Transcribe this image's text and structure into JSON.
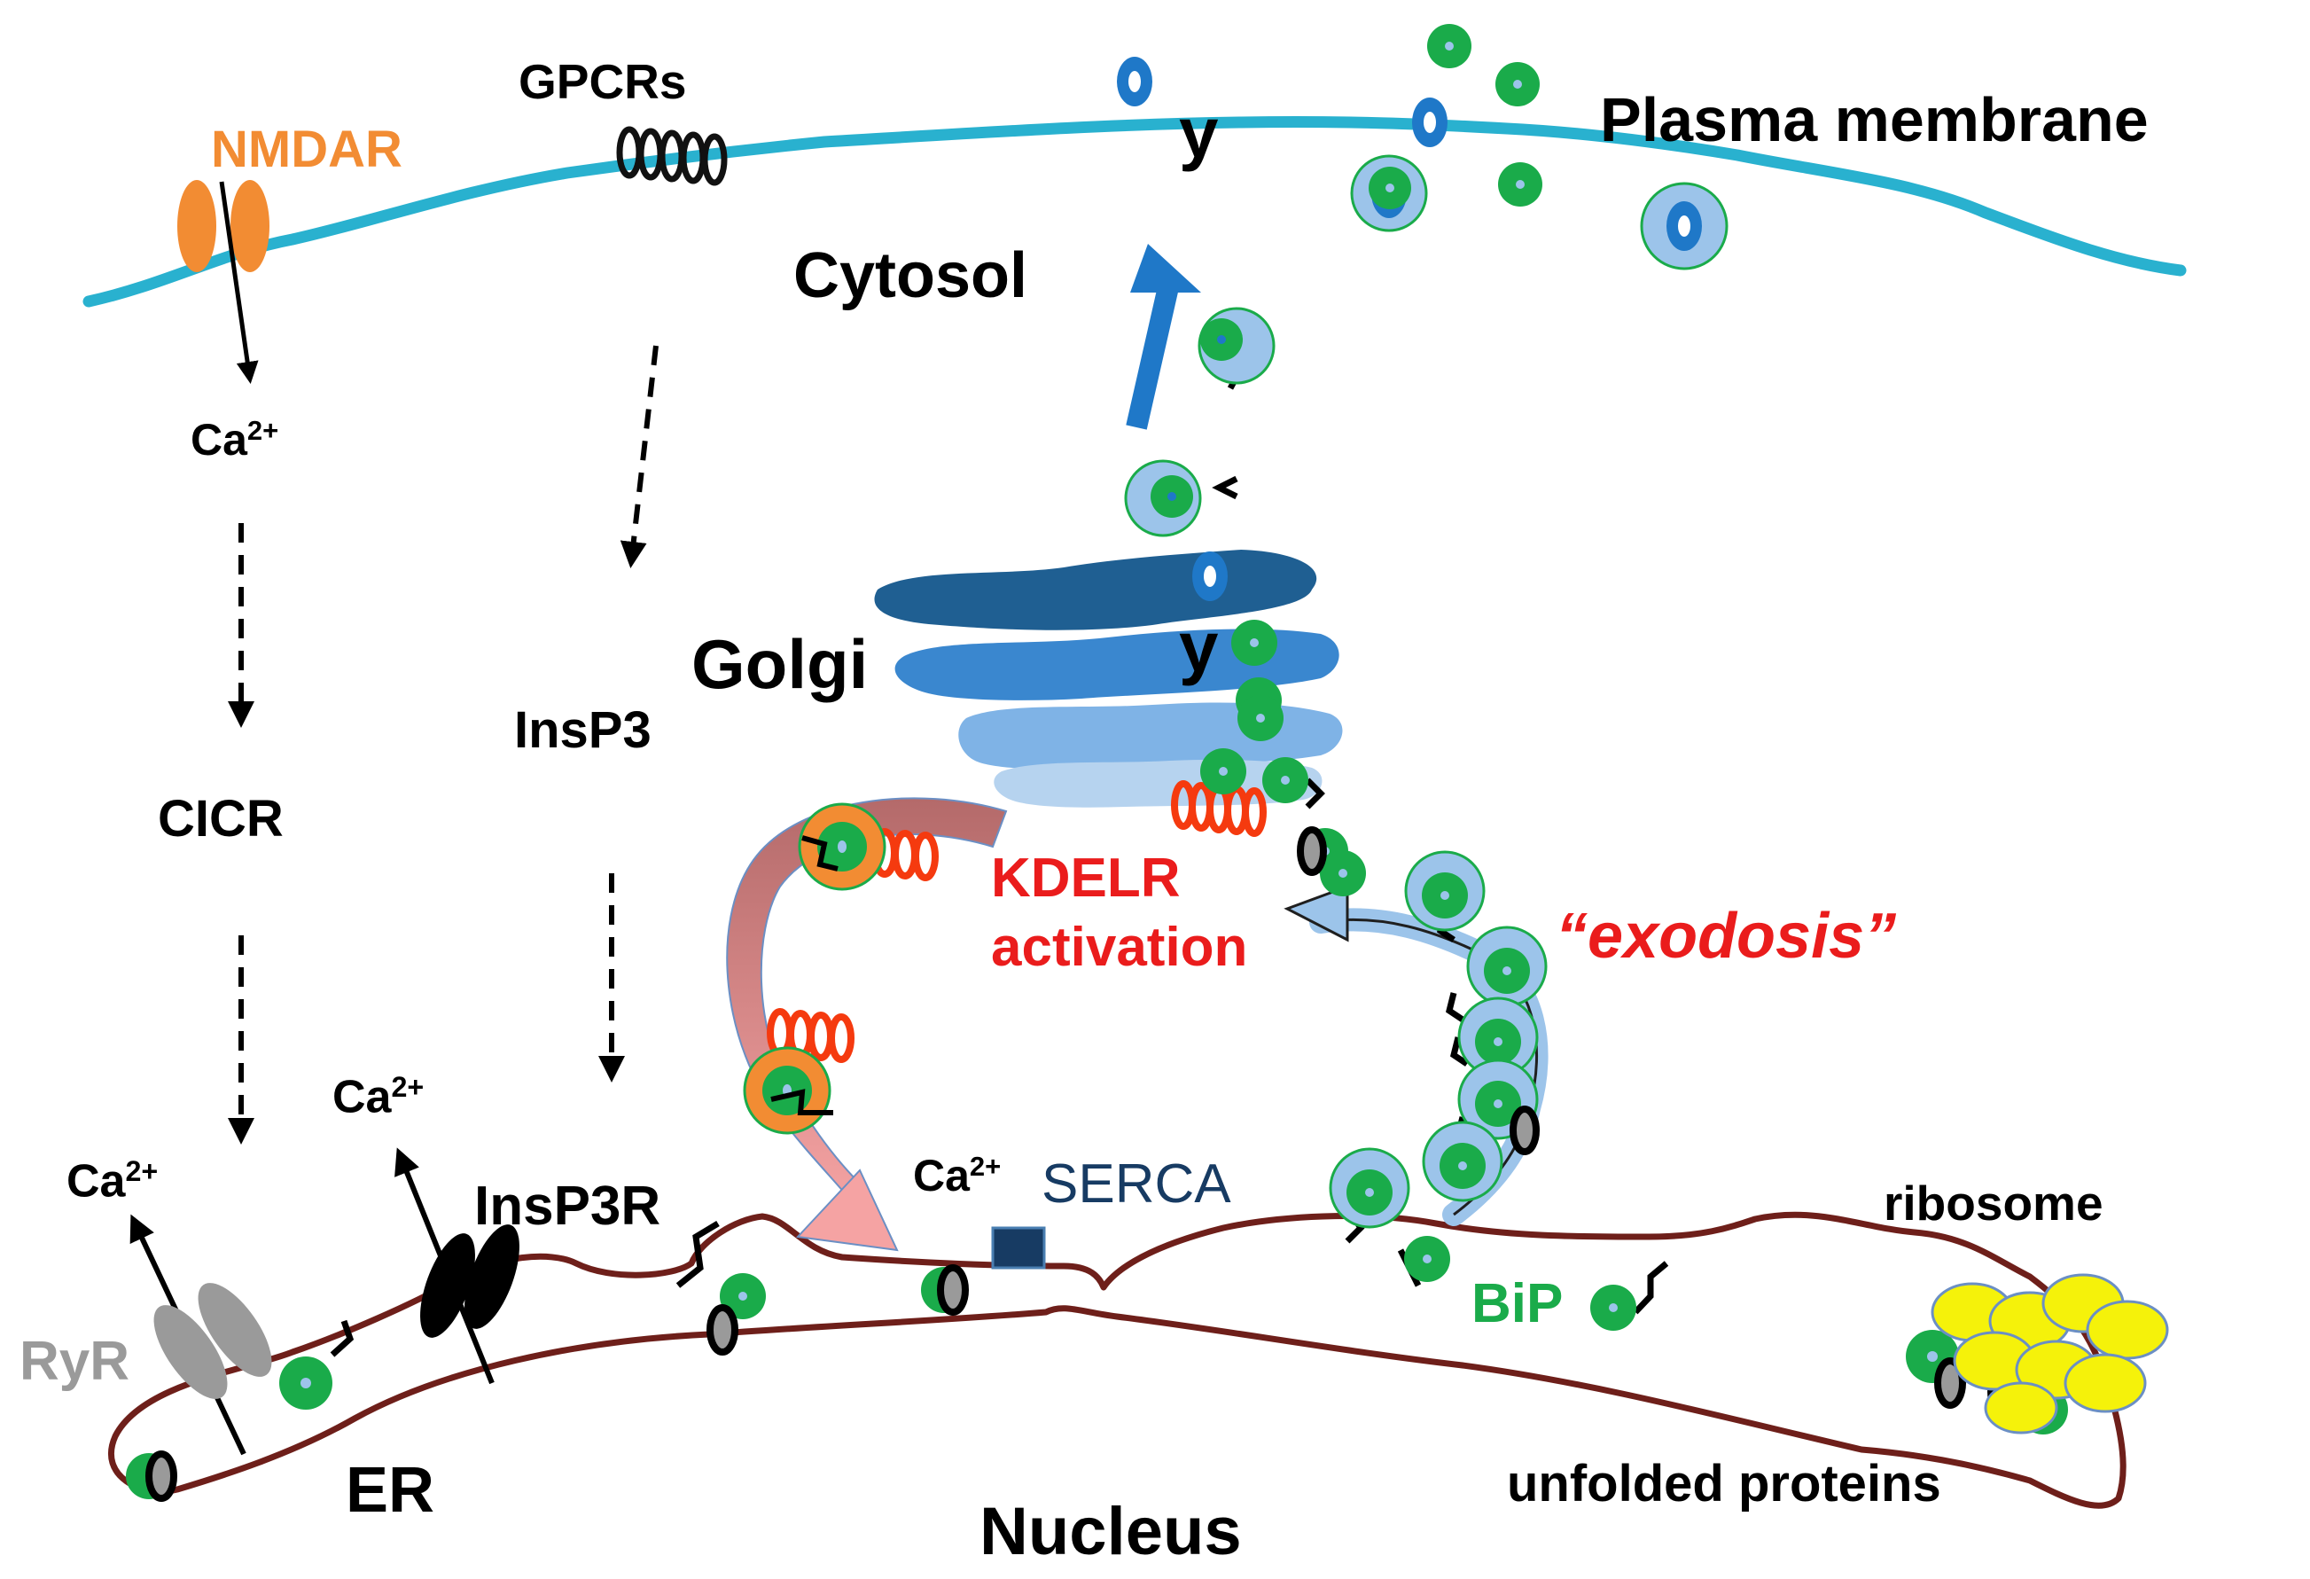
{
  "labels": {
    "nmdar": "NMDAR",
    "gpcrs": "GPCRs",
    "plasma_membrane": "Plasma membrane",
    "cytosol": "Cytosol",
    "ca_nmdar": "Ca",
    "ca_charge": "2+",
    "cicr": "CICR",
    "insp3": "InsP3",
    "golgi": "Golgi",
    "kdelr_line1": "KDELR",
    "kdelr_line2": "activation",
    "exodosis": "“exodosis”",
    "insp3r": "InsP3R",
    "ca_serca": "Ca",
    "serca": "SERCA",
    "ca_insp3r": "Ca",
    "ca_ryr": "Ca",
    "ryr": "RyR",
    "er": "ER",
    "nucleus": "Nucleus",
    "bip": "BiP",
    "ribosome": "ribosome",
    "unfolded_proteins": "unfolded proteins",
    "y_top": "y",
    "y_golgi": "y"
  },
  "colors": {
    "membrane": "#29b1cf",
    "nmdar": "#f28c33",
    "er_outline": "#6e1f1a",
    "bip": "#1aab4a",
    "cargo_blue": "#1f78c8",
    "golgi_dark": "#1f5f92",
    "golgi_mid": "#3a87cf",
    "golgi_light": "#9cc4ea",
    "kdelr": "#f53a0f",
    "ribosome": "#f5f20a",
    "ryr": "#9a9a9a",
    "text_red": "#ea1c1c",
    "serca_text": "#173b63"
  }
}
